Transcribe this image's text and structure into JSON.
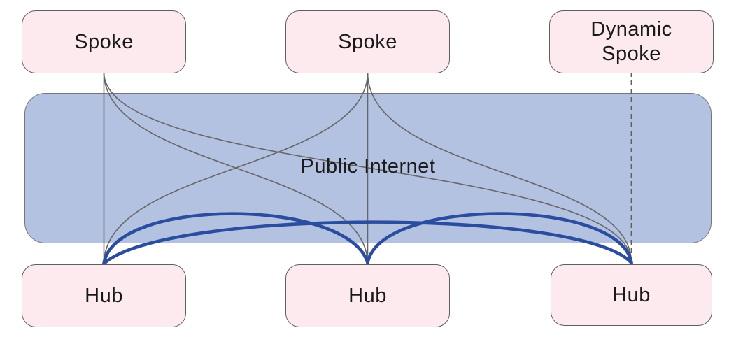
{
  "diagram": {
    "nodes": {
      "spoke1": {
        "label": "Spoke",
        "type": "spoke"
      },
      "spoke2": {
        "label": "Spoke",
        "type": "spoke"
      },
      "dynamic_spoke": {
        "label": "Dynamic\nSpoke",
        "type": "spoke"
      },
      "internet": {
        "label": "Public Internet",
        "type": "network-region"
      },
      "hub1": {
        "label": "Hub",
        "type": "hub"
      },
      "hub2": {
        "label": "Hub",
        "type": "hub"
      },
      "hub3": {
        "label": "Hub",
        "type": "hub"
      }
    },
    "edges": [
      {
        "from": "spoke1",
        "to": "hub1",
        "style": "solid-gray"
      },
      {
        "from": "spoke1",
        "to": "hub2",
        "style": "solid-gray"
      },
      {
        "from": "spoke1",
        "to": "hub3",
        "style": "solid-gray"
      },
      {
        "from": "spoke2",
        "to": "hub1",
        "style": "solid-gray"
      },
      {
        "from": "spoke2",
        "to": "hub2",
        "style": "solid-gray"
      },
      {
        "from": "spoke2",
        "to": "hub3",
        "style": "solid-gray"
      },
      {
        "from": "dynamic_spoke",
        "to": "hub3",
        "style": "dashed-gray"
      },
      {
        "from": "hub1",
        "to": "hub2",
        "style": "thick-blue-tunnel"
      },
      {
        "from": "hub2",
        "to": "hub3",
        "style": "thick-blue-tunnel"
      },
      {
        "from": "hub1",
        "to": "hub3",
        "style": "thick-blue-tunnel"
      }
    ],
    "colors": {
      "node_fill": "#fdeaee",
      "node_border": "#5e5e5e",
      "internet_fill": "#b4c2e1",
      "internet_border": "#767676",
      "spoke_link": "#666666",
      "dashed_link": "#5f5f5f",
      "hub_tunnel": "#2a4da0",
      "text": "#191919"
    }
  }
}
